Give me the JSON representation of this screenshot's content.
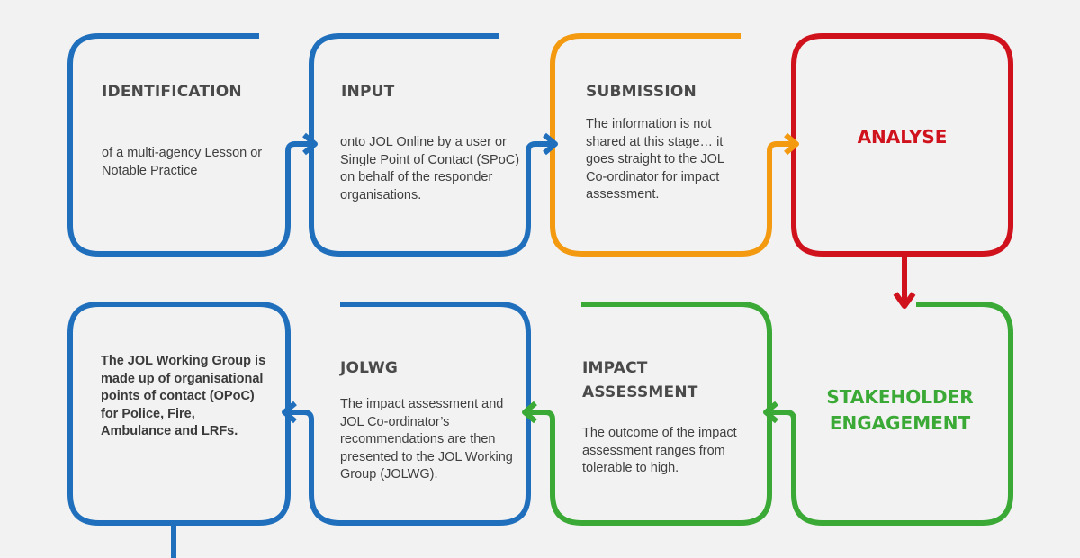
{
  "colors": {
    "blue": "#1f6fbd",
    "orange": "#f39a10",
    "red": "#d0121d",
    "green": "#3aa935",
    "text": "#3f3f3f",
    "background": "#f2f2f2"
  },
  "steps": {
    "identification": {
      "title": "IDENTIFICATION",
      "body": "of a multi-agency Lesson or Notable Practice"
    },
    "input": {
      "title": "INPUT",
      "body": "onto JOL Online by a user or Single Point of Contact (SPoC) on behalf of the responder organisations."
    },
    "submission": {
      "title": "SUBMISSION",
      "body": "The information is not shared at this stage… it goes straight to the JOL Co-ordinator for impact assessment."
    },
    "analyse": {
      "title": "ANALYSE"
    },
    "stakeholder": {
      "title": "STAKEHOLDER ENGAGEMENT"
    },
    "impact": {
      "title": "IMPACT ASSESSMENT",
      "body": "The outcome of the impact assessment ranges from tolerable to high."
    },
    "jolwg": {
      "title": "JOLWG",
      "body": "The impact assessment and JOL Co-ordinator’s recommendations are then presented to the JOL Working Group (JOLWG)."
    },
    "working_group": {
      "body": "The JOL Working Group is made up of organisational points of contact  (OPoC) for Police, Fire, Ambulance and LRFs."
    }
  }
}
